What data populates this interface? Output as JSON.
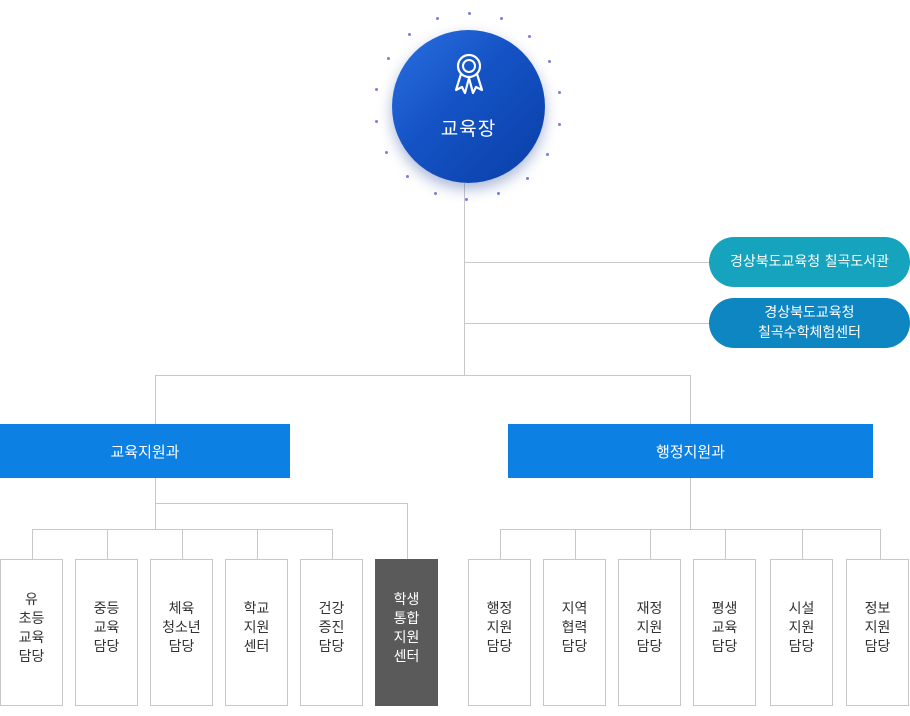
{
  "head": {
    "label": "교육장",
    "icon": "award-ribbon-icon"
  },
  "affiliates": [
    {
      "label_lines": [
        "경상북도교육청 칠곡도서관"
      ],
      "color": "#16a3bd"
    },
    {
      "label_lines": [
        "경상북도교육청",
        "칠곡수학체험센터"
      ],
      "color": "#0e86c2"
    }
  ],
  "departments": [
    {
      "name": "교육지원과",
      "teams": [
        "유\n초등\n교육\n담당",
        "중등\n교육\n담당",
        "체육\n청소년\n담당",
        "학교\n지원\n센터",
        "건강\n증진\n담당",
        "학생\n통합\n지원\n센터"
      ]
    },
    {
      "name": "행정지원과",
      "teams": [
        "행정\n지원\n담당",
        "지역\n협력\n담당",
        "재정\n지원\n담당",
        "평생\n교육\n담당",
        "시설\n지원\n담당",
        "정보\n지원\n담당"
      ]
    }
  ],
  "colors": {
    "head": "#1452c4",
    "department": "#0d80e4",
    "highlight_team": "#5a5a5a",
    "connector": "#c8c8c8"
  }
}
